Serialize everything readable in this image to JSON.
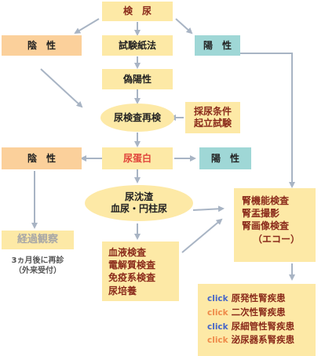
{
  "nodes": {
    "urinalysis": "検　尿",
    "test_paper": "試験紙法",
    "false_positive": "偽陽性",
    "recheck": "尿検査再検",
    "collection_conditions": [
      "採尿条件",
      "起立試験"
    ],
    "negative_top": "陰　性",
    "positive_top": "陽　性",
    "proteinuria": "尿蛋白",
    "negative_mid": "陰　性",
    "positive_mid": "陽　性",
    "sediment": [
      "尿沈渣",
      "血尿・円柱尿"
    ],
    "observation": "経過観察",
    "followup_note": [
      "3ヵ月後に再診",
      "（外来受付）"
    ],
    "blood_tests": [
      "血液検査",
      "電解質検査",
      "免疫系検査",
      "尿培養"
    ],
    "kidney_tests": [
      "腎機能検査",
      "腎盂撮影",
      "腎画像検査",
      "（エコー）"
    ]
  },
  "diseases": [
    {
      "link": "click",
      "label": "原発性腎疾患",
      "link_color": "#4565c8"
    },
    {
      "link": "click",
      "label": "二次性腎疾患",
      "link_color": "#ef8a4a"
    },
    {
      "link": "click",
      "label": "尿細管性腎疾患",
      "link_color": "#4565c8"
    },
    {
      "link": "click",
      "label": "泌尿器系腎疾患",
      "link_color": "#ef8a4a"
    }
  ],
  "colors": {
    "yellow_box": "#fde9a6",
    "orange_box": "#fbd09b",
    "teal_box": "#9fd7d6",
    "arrow": "#a8b4c4"
  }
}
